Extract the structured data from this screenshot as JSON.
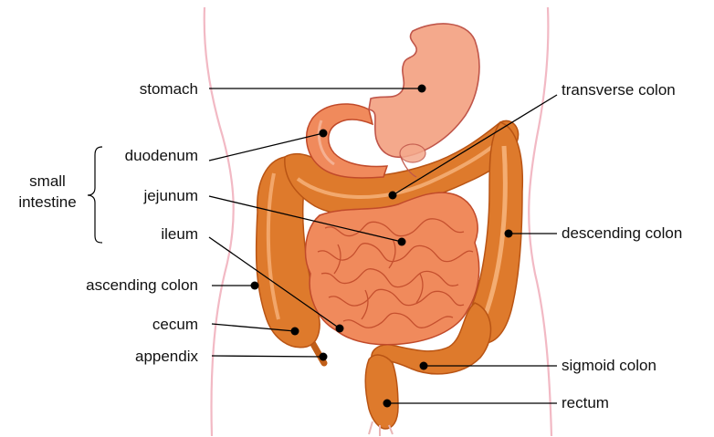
{
  "labels": {
    "stomach": "stomach",
    "duodenum": "duodenum",
    "jejunum": "jejunum",
    "ileum": "ileum",
    "small_intestine_line1": "small",
    "small_intestine_line2": "intestine",
    "ascending_colon": "ascending colon",
    "cecum": "cecum",
    "appendix": "appendix",
    "transverse_colon": "transverse colon",
    "descending_colon": "descending colon",
    "sigmoid_colon": "sigmoid colon",
    "rectum": "rectum"
  },
  "colors": {
    "stomach_fill": "#f4a98c",
    "stomach_stroke": "#c0564a",
    "small_intestine_fill": "#f08a5c",
    "small_intestine_stroke": "#c14a2a",
    "colon_fill": "#de7a2c",
    "colon_dark": "#c05e18",
    "colon_highlight": "#f6b27a",
    "body_outline": "#f2b9c4",
    "leader_line": "#000000"
  }
}
